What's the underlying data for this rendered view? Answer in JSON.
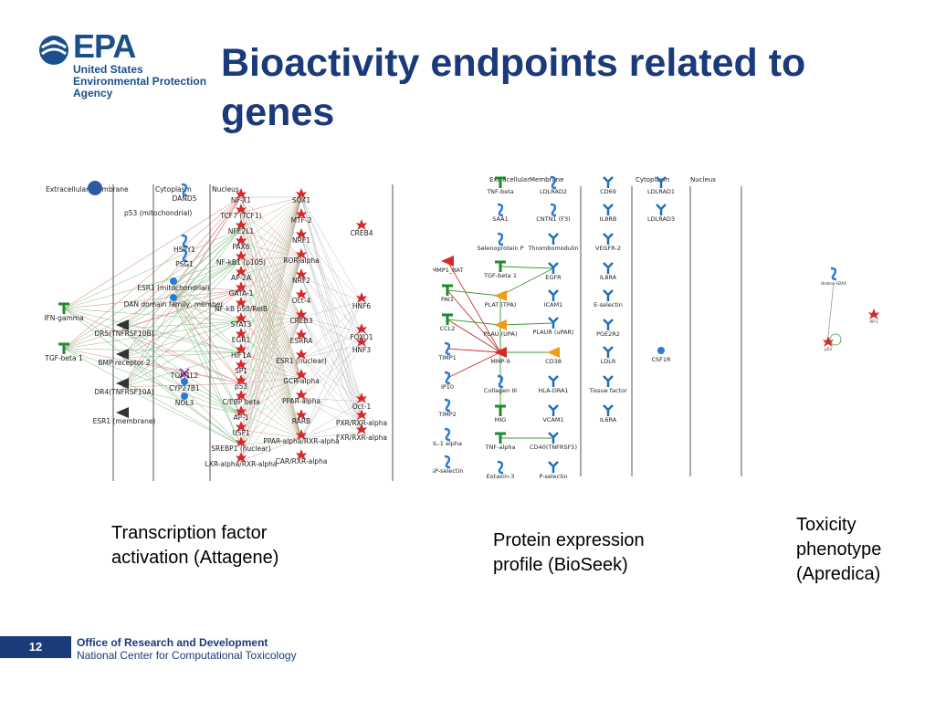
{
  "header": {
    "logo_word": "EPA",
    "agency_lines": [
      "United States",
      "Environmental Protection",
      "Agency"
    ],
    "title": "Bioactivity endpoints related to genes"
  },
  "panels": {
    "transcription": {
      "compartments": [
        "Extracellular membrane",
        "Cytoplasm",
        "Nucleus"
      ],
      "nodes_left": [
        "IFN-gamma",
        "TGF-beta 1"
      ],
      "nodes_membrane": [
        "p53 (mitochondrial)",
        "DR5(TNFRSF10B)",
        "BMP receptor 2",
        "DR4(TNFRSF10A)",
        "ESR1 (membrane)"
      ],
      "nodes_cytoplasm": [
        "DAND5",
        "HSPY1",
        "PSG1",
        "ESR1 (mitochondrial)",
        "DAN domain family, member",
        "TOM1L2",
        "CYP27B1",
        "NOL3"
      ],
      "nodes_nucleus1": [
        "NF-X1",
        "TCF7 (TCF1)",
        "NFE2L1",
        "PAX6",
        "NF-kB1 (p105)",
        "AP-2A",
        "GATA-1",
        "NF-kB p50/RelB",
        "STAT3",
        "EGR1",
        "HIF1A",
        "SP1",
        "p53",
        "C/EBP beta",
        "AP-1",
        "USF1",
        "SREBP1 (nuclear)",
        "LXR-alpha/RXR-alpha"
      ],
      "nodes_nucleus2": [
        "SOX1",
        "MTF-2",
        "NRF1",
        "ROR-alpha",
        "NRF2",
        "Oct-4",
        "CREB3",
        "ESRRA",
        "ESR1 (nuclear)",
        "GCR-alpha",
        "PPAR-alpha",
        "RARB",
        "PPAR-alpha/RXR-alpha",
        "CAR/RXR-alpha"
      ],
      "nodes_right": [
        "CREB4",
        "HNF6",
        "FOXO1",
        "HNF3",
        "Oct-1",
        "PXR/RXR-alpha",
        "FXR/RXR-alpha"
      ]
    },
    "protein": {
      "compartments": [
        "Extracellular",
        "Membrane",
        "Cytoplasm",
        "Nucleus"
      ],
      "col1": [
        "MMP1_RAT",
        "PAI1",
        "CCL2",
        "TIMP1",
        "IP10",
        "TIMP2",
        "IL-1 alpha",
        "sP-selectin"
      ],
      "col2": [
        "TNF-beta",
        "SAA1",
        "Selenoprotein P",
        "TGF-beta 1",
        "PLAT (TPA)",
        "PLAU (UPA)",
        "MMP-9",
        "Collagen III",
        "MIG",
        "TNF-alpha",
        "Eotaxin-3"
      ],
      "col3": [
        "LDLRAD2",
        "CNTN1 (F3)",
        "Thrombomodulin",
        "EGFR",
        "ICAM1",
        "PLAUR (uPAR)",
        "CD38",
        "HLA-DRA1",
        "VCAM1",
        "CD40(TNFRSF5)",
        "P-selectin"
      ],
      "col4": [
        "CD69",
        "IL8RB",
        "VEGFR-2",
        "IL8RA",
        "E-selectin",
        "PGE2R2",
        "LDLR",
        "Tissue factor",
        "IL6RA"
      ],
      "col5": [
        "LDLRAD1",
        "LDLRAD3",
        "CSF1R"
      ]
    },
    "toxicity": {
      "nodes": [
        "Histone H2AX",
        "AP-1",
        "p53"
      ]
    }
  },
  "captions": {
    "transcription": [
      "Transcription factor",
      "activation (Attagene)"
    ],
    "protein": [
      "Protein expression",
      "profile (BioSeek)"
    ],
    "toxicity": [
      "Toxicity",
      "phenotype",
      "(Apredica)"
    ]
  },
  "footer": {
    "page_number": "12",
    "office": "Office of Research and Development",
    "center": "National Center for Computational Toxicology"
  },
  "colors": {
    "brand_blue": "#1b3a7a",
    "red_node": "#d42a2a",
    "blue_node": "#2a7ad4",
    "green_node": "#1e8a2e",
    "orange_node": "#f09a1a"
  }
}
